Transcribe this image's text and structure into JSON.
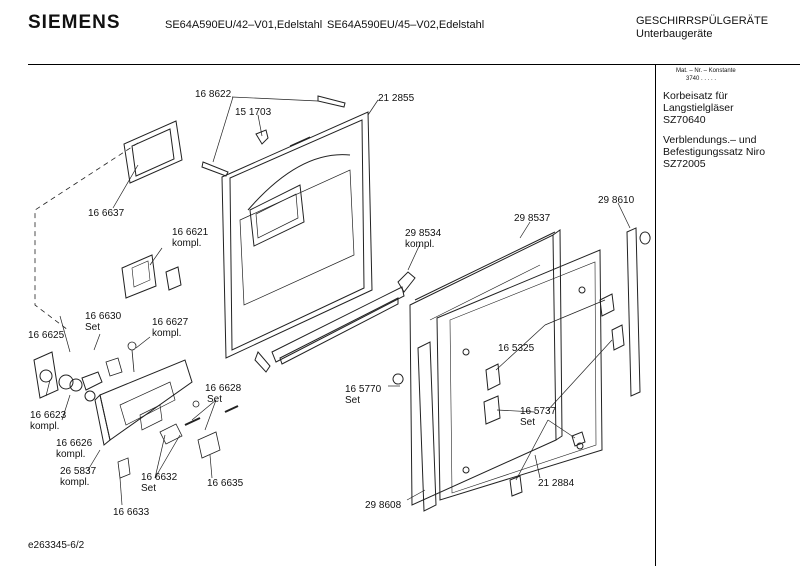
{
  "header": {
    "brand": "SIEMENS",
    "model_1": "SE64A590EU/42–V01,Edelstahl",
    "model_2": "SE64A590EU/45–V02,Edelstahl",
    "category_line1": "GESCHIRRSPÜLGERÄTE",
    "category_line2": "Unterbaugeräte"
  },
  "sidebar": {
    "mat_header": "Mat. – Nr. – Konstante",
    "mat_value": "3740  .   .   .   .   .",
    "notes": [
      {
        "line1": "Korbeisatz für",
        "line2": "Langstielgläser",
        "line3": "SZ70640"
      },
      {
        "line1": "Verblendungs.– und",
        "line2": "Befestigungssatz Niro",
        "line3": "SZ72005"
      }
    ]
  },
  "parts": {
    "p168622": "16 8622",
    "p212855": "21 2855",
    "p151703": "15 1703",
    "p166637": "16 6637",
    "p166621": "16 6621",
    "p166621b": "kompl.",
    "p298534": "29 8534",
    "p298534b": "kompl.",
    "p298537": "29 8537",
    "p298610": "29 8610",
    "p166630": "16 6630",
    "p166630b": "Set",
    "p166627": "16 6627",
    "p166627b": "kompl.",
    "p166625": "16 6625",
    "p165325": "16 5325",
    "p166628": "16 6628",
    "p166628b": "Set",
    "p165770": "16 5770",
    "p165770b": "Set",
    "p166623": "16 6623",
    "p166623b": "kompl.",
    "p165737": "16 5737",
    "p165737b": "Set",
    "p166626": "16 6626",
    "p166626b": "kompl.",
    "p265837": "26 5837",
    "p265837b": "kompl.",
    "p166632": "16 6632",
    "p166632b": "Set",
    "p166635": "16 6635",
    "p212884": "21 2884",
    "p298608": "29 8608",
    "p166633": "16 6633"
  },
  "footer": {
    "code": "e263345-6/2"
  }
}
